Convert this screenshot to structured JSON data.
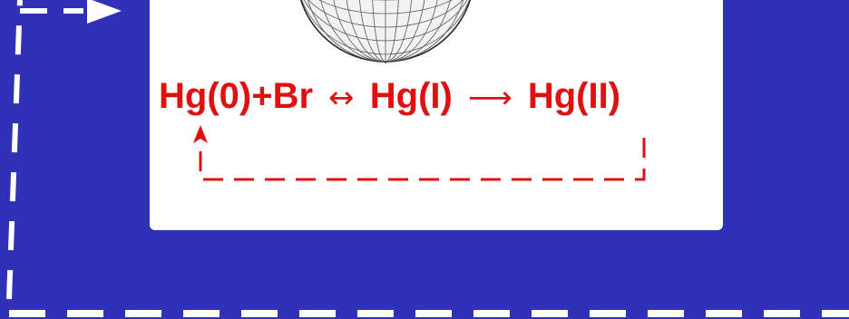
{
  "reaction": {
    "species_a": "Hg(0)+Br",
    "reversible_arrow": "↔",
    "species_b": "Hg(I)",
    "forward_arrow": "⟶",
    "species_c": "Hg(II)"
  },
  "colors": {
    "background": "#2f32b6",
    "card": "#ffffff",
    "reaction_text": "#e01010",
    "outer_dashes": "#ffffff",
    "feedback_dashes": "#e01010"
  },
  "icons": {
    "sphere": "mirror-ball-icon",
    "outer_arrow": "play-arrow-icon",
    "feedback_arrow": "arrow-up-icon"
  }
}
